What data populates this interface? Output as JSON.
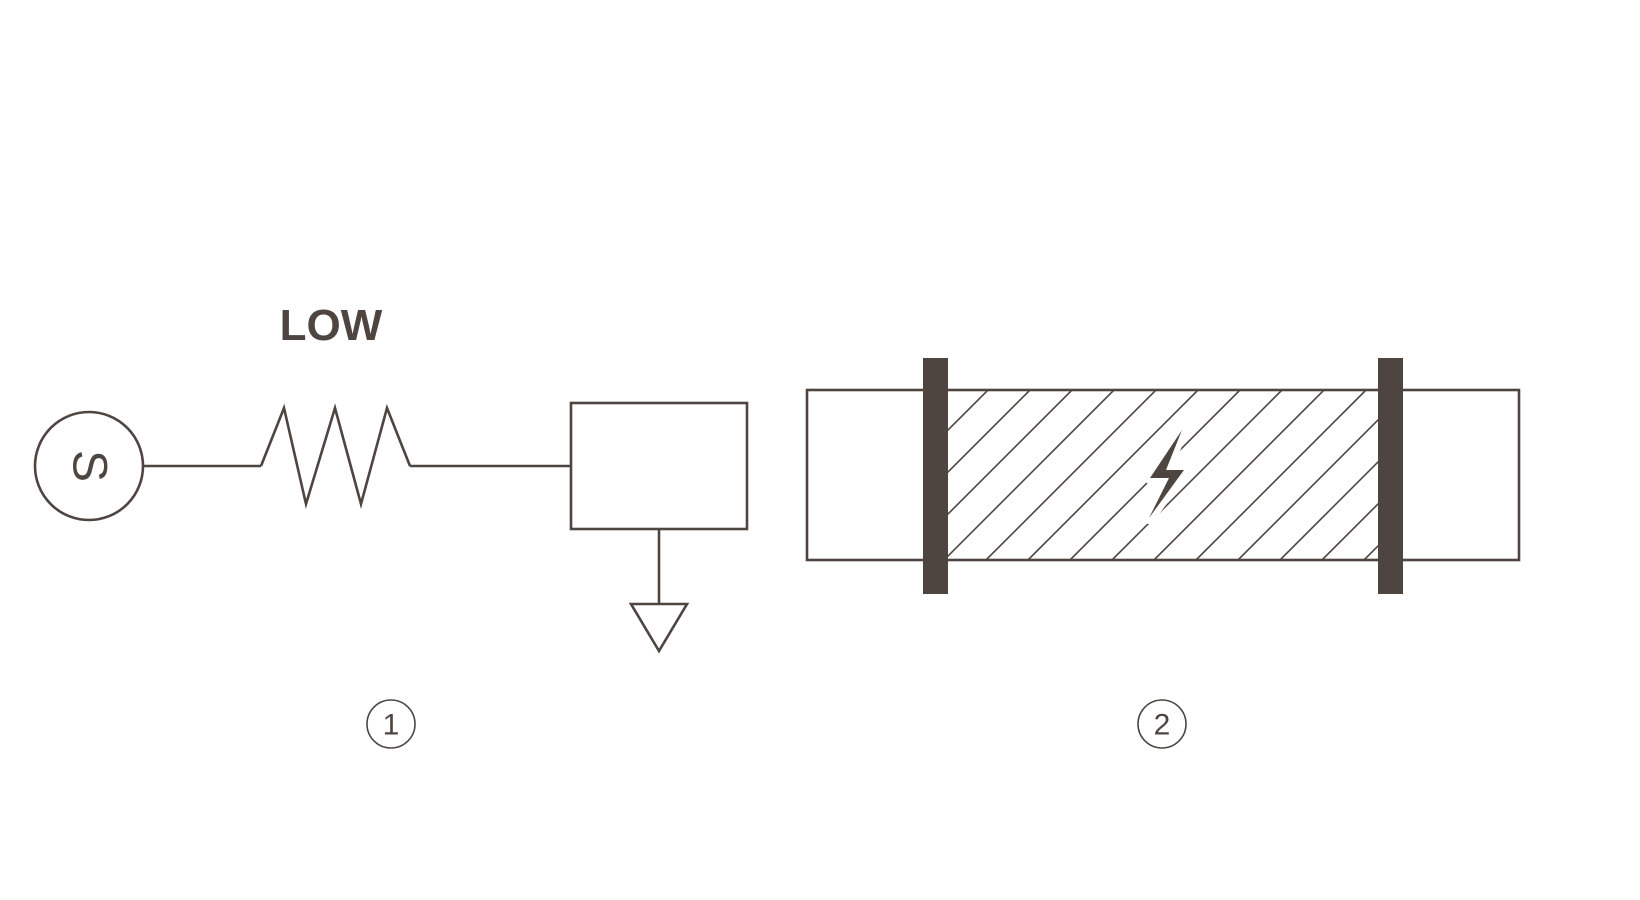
{
  "colors": {
    "ink": "#4e4541",
    "background": "#ffffff"
  },
  "panel1": {
    "resistor_label": "LOW",
    "source_symbol": "S",
    "number": "1"
  },
  "panel2": {
    "number": "2",
    "center_icon": "lightning-bolt-icon"
  }
}
